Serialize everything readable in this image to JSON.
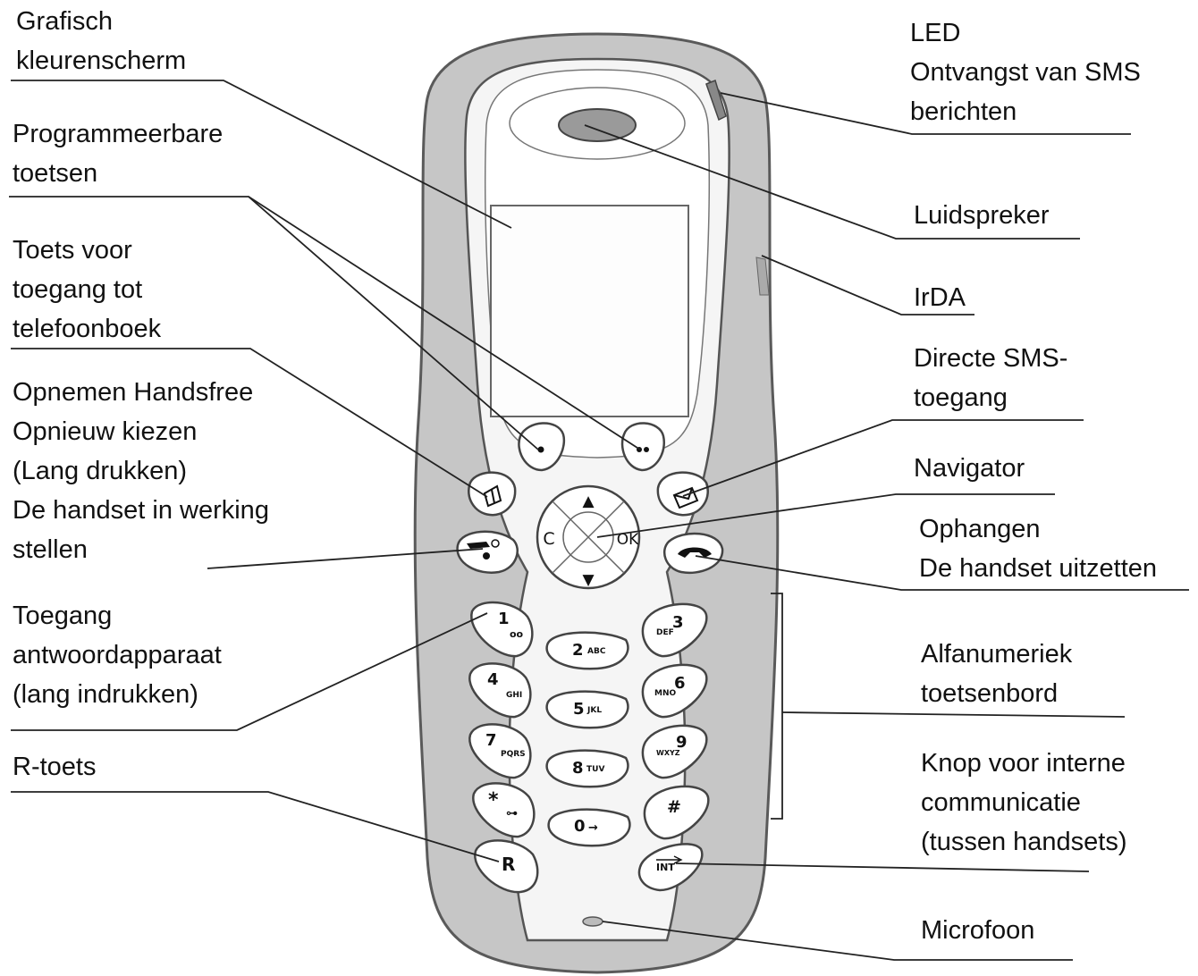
{
  "labels": {
    "screen": [
      "Grafisch",
      "kleurenscherm"
    ],
    "softkeys": [
      "Programmeerbare",
      "toetsen"
    ],
    "phonebook": [
      "Toets voor",
      "toegang tot",
      "telefoonboek"
    ],
    "offhook": [
      "Opnemen Handsfree",
      "Opnieuw kiezen",
      "(Lang drukken)",
      "De handset in werking",
      "stellen"
    ],
    "answering": [
      "Toegang",
      "antwoordapparaat",
      "(lang indrukken)"
    ],
    "rkey": [
      "R-toets"
    ],
    "led": [
      "LED",
      "Ontvangst van SMS",
      "berichten"
    ],
    "speaker": [
      "Luidspreker"
    ],
    "irda": [
      "IrDA"
    ],
    "sms": [
      "Directe SMS-",
      "toegang"
    ],
    "navigator": [
      "Navigator"
    ],
    "onhook": [
      "Ophangen",
      "De handset uitzetten"
    ],
    "keypad": [
      "Alfanumeriek",
      "toetsenbord"
    ],
    "intercom": [
      "Knop voor interne",
      "communicatie",
      "(tussen handsets)"
    ],
    "microphone": [
      "Microfoon"
    ]
  },
  "keys": {
    "k1": {
      "main": "1",
      "sub": "oo"
    },
    "k2": {
      "main": "2",
      "sub": "ABC"
    },
    "k3": {
      "main": "3",
      "sub": "DEF"
    },
    "k4": {
      "main": "4",
      "sub": "GHI"
    },
    "k5": {
      "main": "5",
      "sub": "JKL"
    },
    "k6": {
      "main": "6",
      "sub": "MNO"
    },
    "k7": {
      "main": "7",
      "sub": "PQRS"
    },
    "k8": {
      "main": "8",
      "sub": "TUV"
    },
    "k9": {
      "main": "9",
      "sub": "WXYZ"
    },
    "kstar": {
      "main": "*",
      "sub": "⊶"
    },
    "k0": {
      "main": "0",
      "sub": "→"
    },
    "khash": {
      "main": "#",
      "sub": ""
    },
    "kr": {
      "main": "R",
      "sub": ""
    },
    "kint": {
      "main": "INT",
      "sub": ""
    }
  },
  "navigator": {
    "clear": "C",
    "ok": "OK",
    "up": "▲",
    "down": "▼"
  },
  "colors": {
    "shell": "#c6c6c6",
    "face": "#f5f5f5",
    "outline": "#555555",
    "line": "#222222"
  }
}
